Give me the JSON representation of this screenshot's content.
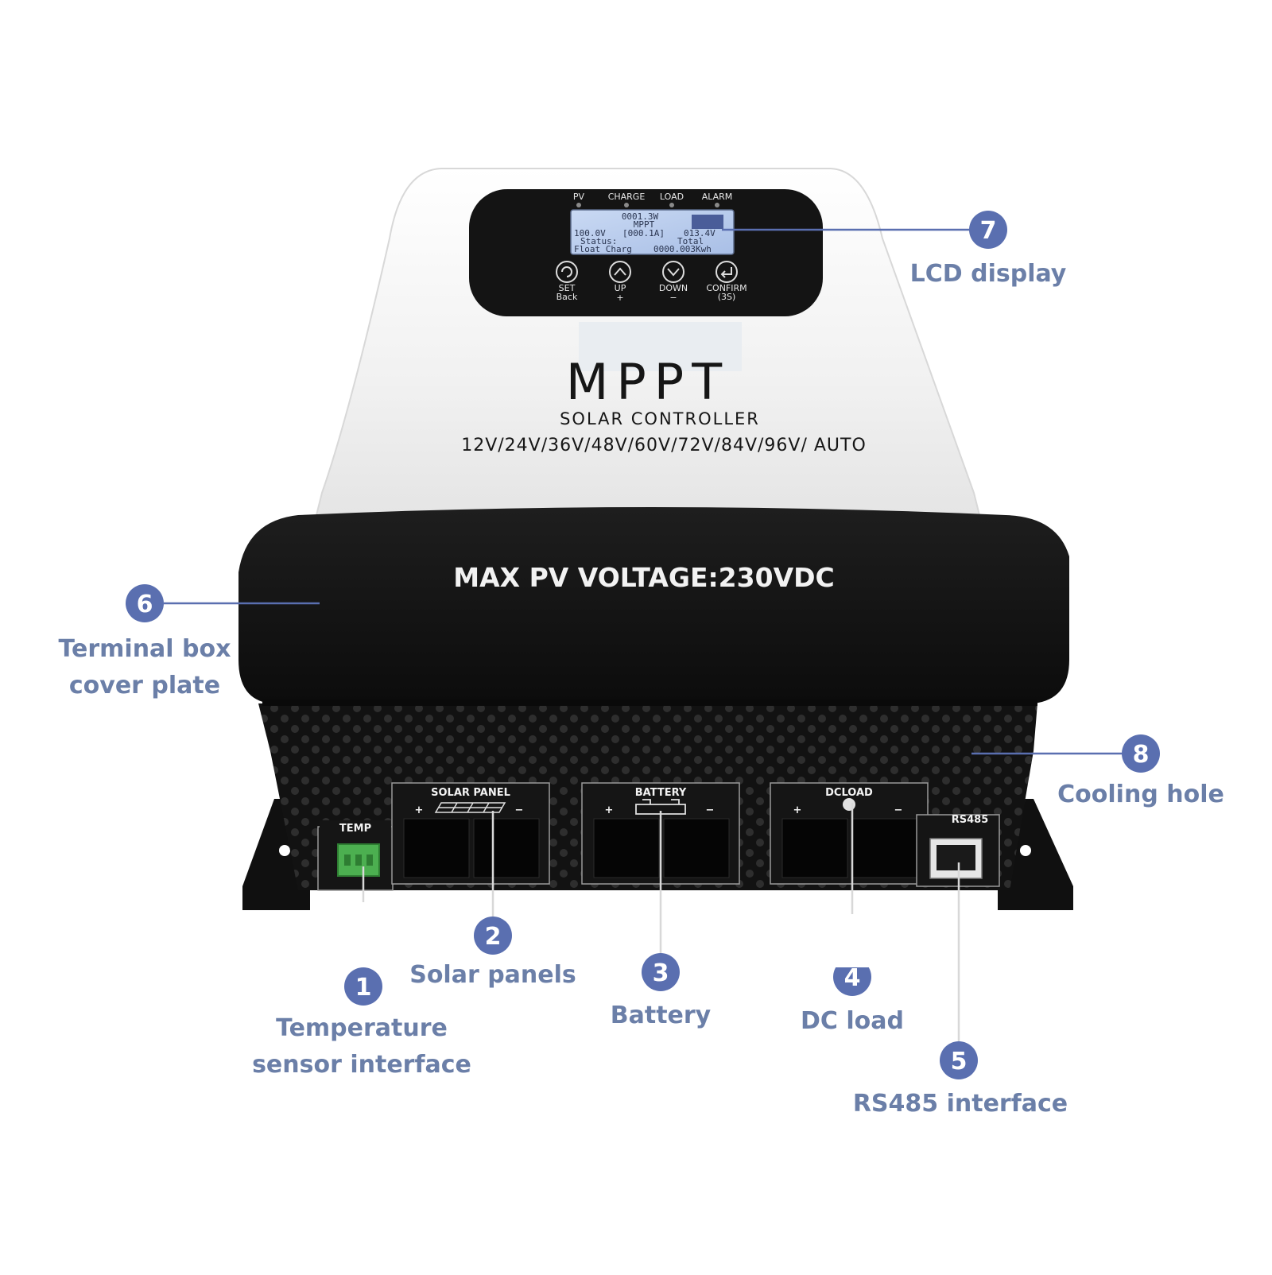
{
  "device": {
    "brand_title": "MPPT",
    "subtitle": "SOLAR CONTROLLER",
    "voltages": "12V/24V/36V/48V/60V/72V/84V/96V/ AUTO",
    "max_pv": "MAX  PV  VOLTAGE:230VDC",
    "indicators": [
      "PV",
      "CHARGE",
      "LOAD",
      "ALARM"
    ],
    "lcd": {
      "line1": "0001.3W",
      "line2": "MPPT",
      "line3a": "100.0V",
      "line3b": "[000.1A]",
      "line3c": "013.4V",
      "line4a": "Status:",
      "line4b": "Total",
      "line5a": "Float Charg",
      "line5b": "0000.003Kwh"
    },
    "buttons": [
      {
        "top": "SET",
        "bottom": "Back"
      },
      {
        "top": "UP",
        "bottom": "+"
      },
      {
        "top": "DOWN",
        "bottom": "−"
      },
      {
        "top": "CONFIRM",
        "bottom": "(3S)"
      }
    ],
    "terminals": {
      "temp": "TEMP",
      "solar": "SOLAR PANEL",
      "battery": "BATTERY",
      "dcload": "DCLOAD",
      "rs485": "RS485",
      "plus": "+",
      "minus": "−"
    }
  },
  "callouts": [
    {
      "number": "1",
      "label_lines": [
        "Temperature",
        "sensor interface"
      ]
    },
    {
      "number": "2",
      "label_lines": [
        "Solar panels"
      ]
    },
    {
      "number": "3",
      "label_lines": [
        "Battery"
      ]
    },
    {
      "number": "4",
      "label_lines": [
        "DC load"
      ]
    },
    {
      "number": "5",
      "label_lines": [
        "RS485 interface"
      ]
    },
    {
      "number": "6",
      "label_lines": [
        "Terminal box",
        "cover plate"
      ]
    },
    {
      "number": "7",
      "label_lines": [
        "LCD display"
      ]
    },
    {
      "number": "8",
      "label_lines": [
        "Cooling hole"
      ]
    }
  ],
  "colors": {
    "callout": "#5a6fb0",
    "callout_text": "#6b7fa8",
    "body_white": "#f4f4f4",
    "body_black": "#141414",
    "lcd_screen": "#b8ccec"
  }
}
